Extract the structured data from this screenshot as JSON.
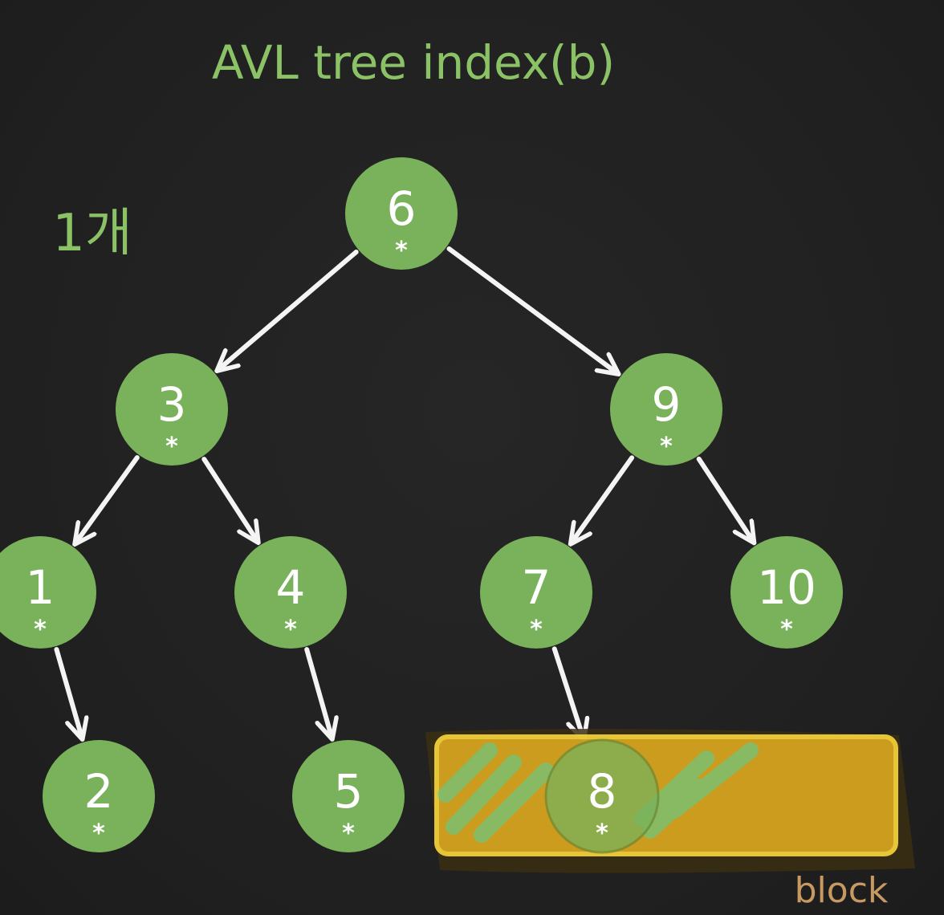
{
  "title": "AVL tree index(b)",
  "count_label": "1개",
  "block_label": "block",
  "colors": {
    "node_fill": "#79b25b",
    "title": "#8cc266",
    "edge": "#f4f4f4",
    "highlight": "#d9a620",
    "highlight_border": "#f5d43a",
    "scribble": "#4fd49a",
    "block_label": "#c89a62"
  },
  "nodes": [
    {
      "id": "n6",
      "label": "6",
      "marker": "*"
    },
    {
      "id": "n3",
      "label": "3",
      "marker": "*"
    },
    {
      "id": "n9",
      "label": "9",
      "marker": "*"
    },
    {
      "id": "n1",
      "label": "1",
      "marker": "*"
    },
    {
      "id": "n4",
      "label": "4",
      "marker": "*"
    },
    {
      "id": "n7",
      "label": "7",
      "marker": "*"
    },
    {
      "id": "n10",
      "label": "10",
      "marker": "*"
    },
    {
      "id": "n2",
      "label": "2",
      "marker": "*"
    },
    {
      "id": "n5",
      "label": "5",
      "marker": "*"
    },
    {
      "id": "n8",
      "label": "8",
      "marker": "*",
      "highlighted": true
    }
  ],
  "edges": [
    {
      "from": "n6",
      "to": "n3"
    },
    {
      "from": "n6",
      "to": "n9"
    },
    {
      "from": "n3",
      "to": "n1"
    },
    {
      "from": "n3",
      "to": "n4"
    },
    {
      "from": "n9",
      "to": "n7"
    },
    {
      "from": "n9",
      "to": "n10"
    },
    {
      "from": "n1",
      "to": "n2"
    },
    {
      "from": "n4",
      "to": "n5"
    },
    {
      "from": "n7",
      "to": "n8"
    }
  ]
}
